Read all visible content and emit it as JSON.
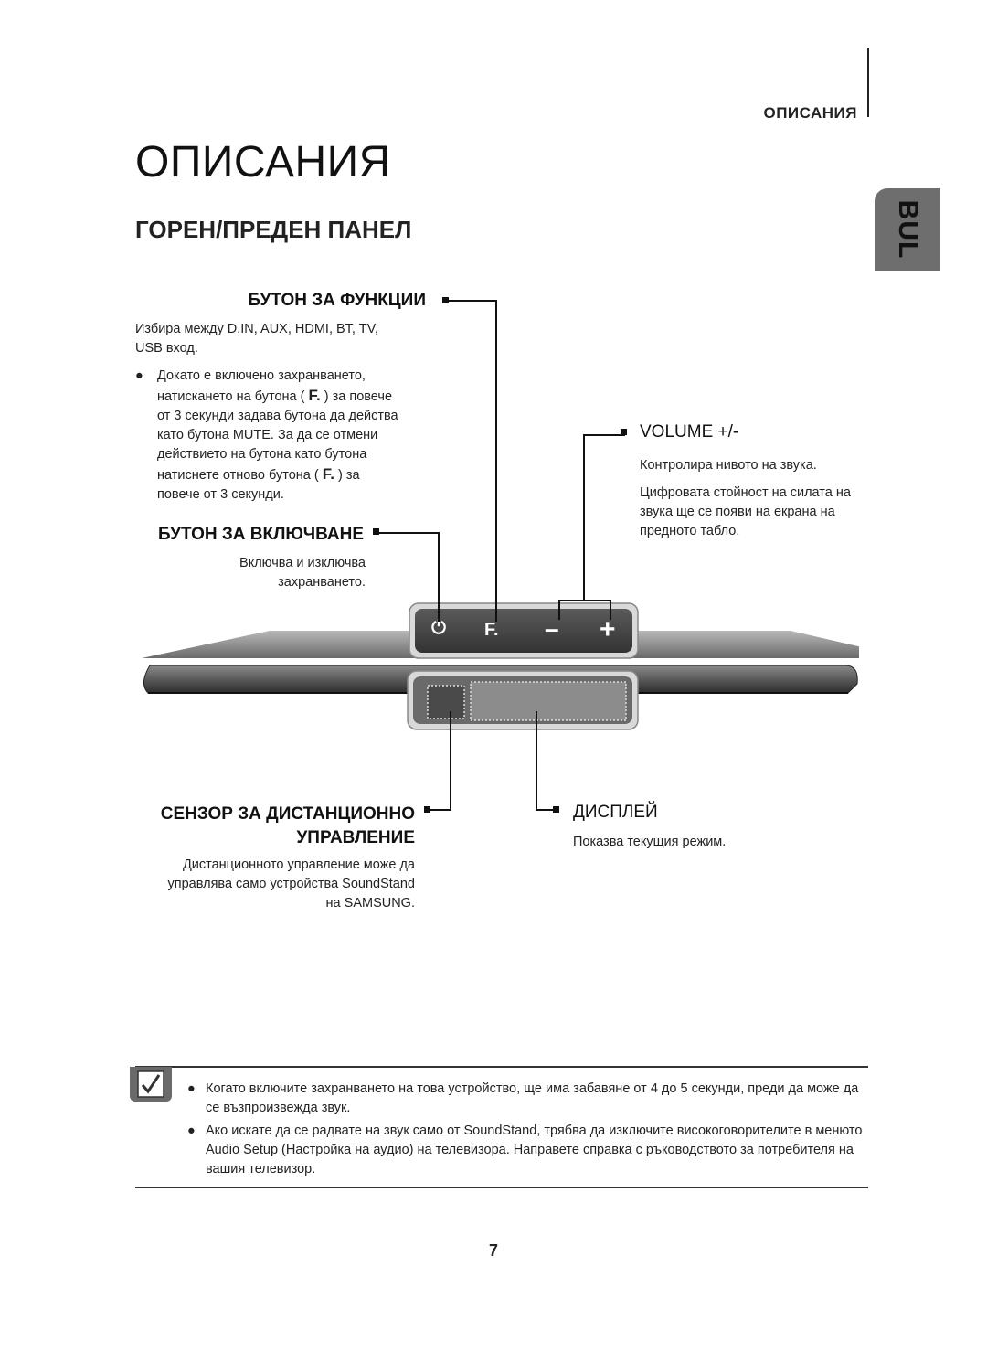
{
  "header": {
    "section": "ОПИСАНИЯ",
    "lang_tab": "BUL"
  },
  "page_title": "ОПИСАНИЯ",
  "section_title": "ГОРЕН/ПРЕДЕН ПАНЕЛ",
  "function_button": {
    "label": "БУТОН ЗА ФУНКЦИИ",
    "desc_line1": "Избира между D.IN, AUX, HDMI, BT, TV,",
    "desc_line2": "USB вход.",
    "bullet": "●",
    "note_line1": "Докато е включено захранването,",
    "note_line2a": "натискането на бутона (",
    "note_line2b": ") за повече",
    "note_line3": "от 3 секунди задава бутона да действа",
    "note_line4": "като бутона MUTE. За да се отмени",
    "note_line5": "действието на бутона като бутона",
    "note_line6a": "натиснете отново бутона (",
    "note_line6b": ") за",
    "note_line7": "повече от 3 секунди.",
    "f_symbol": "F."
  },
  "power_button": {
    "label": "БУТОН ЗА ВКЛЮЧВАНЕ",
    "desc_line1": "Включва и изключва",
    "desc_line2": "захранването."
  },
  "volume": {
    "label": "VOLUME +/-",
    "desc1": "Контролира нивото на звука.",
    "desc2_line1": "Цифровата стойност на силата на",
    "desc2_line2": "звука ще се появи на екрана на",
    "desc2_line3": "предното табло."
  },
  "remote_sensor": {
    "label_line1": "СЕНЗОР ЗА ДИСТАНЦИОННО",
    "label_line2": "УПРАВЛЕНИЕ",
    "desc_line1": "Дистанционното управление може да",
    "desc_line2": "управлява само устройства SoundStand",
    "desc_line3": "на SAMSUNG."
  },
  "display": {
    "label": "ДИСПЛЕЙ",
    "desc": "Показва текущия режим."
  },
  "panel_buttons": {
    "power_icon": "⏻",
    "function": "F.",
    "minus": "–",
    "plus": "+"
  },
  "notes": {
    "bullet": "●",
    "items": [
      "Когато включите захранването на това устройство, ще има забавяне от 4 до 5 секунди, преди да може да се възпроизвежда звук.",
      "Ако искате да се радвате на звук само от SoundStand, трябва да изключите високоговорителите в менюто Audio Setup (Настройка на аудио) на телевизора. Направете справка с ръководството за потребителя на вашия телевизор."
    ]
  },
  "page_number": "7",
  "colors": {
    "tab": "#6e6e6e",
    "panel_dark": "#4a4a4a",
    "bar_light": "#9a9a9a"
  }
}
